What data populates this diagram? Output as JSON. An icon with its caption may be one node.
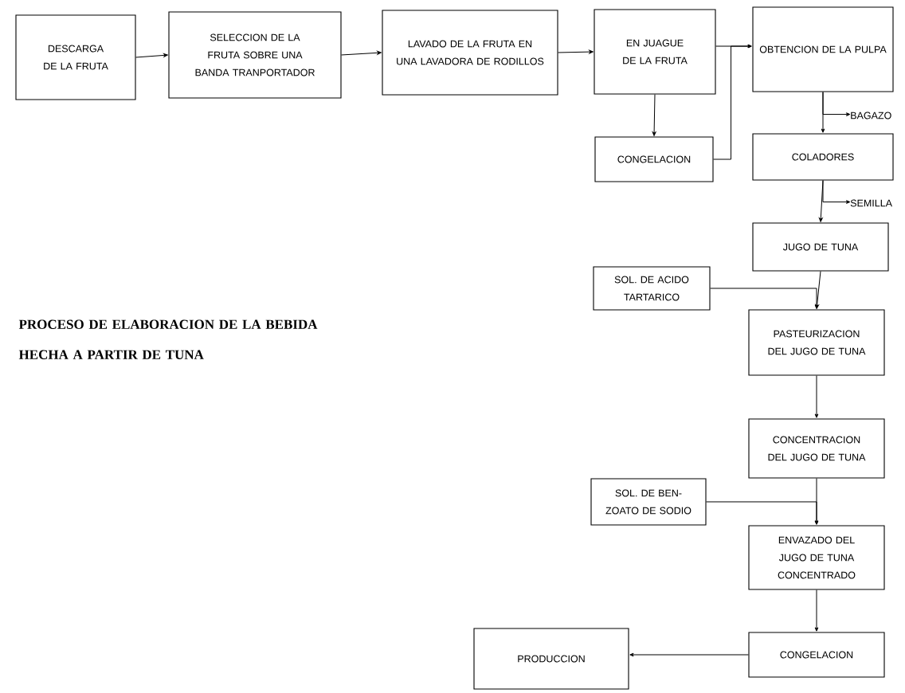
{
  "diagram": {
    "title": "PROCESO DE ELABORACION DE LA BEBIDA HECHA A PARTIR DE TUNA",
    "nodes": [
      {
        "text": [
          "DESCARGA DE LA FRUTA"
        ]
      },
      {
        "text": [
          "SELECCION DE LA FRUTA SOBRE UNA BANDA TRANPORTADOR"
        ]
      },
      {
        "text": [
          "LAVADO DE LA FRUTA EN UNA LAVADORA DE RODILLOS"
        ]
      },
      {
        "text": [
          "EN JUAGUE DE LA FRUTA"
        ]
      },
      {
        "text": [
          "OBTENCION DE LA PULPA"
        ]
      },
      {
        "text": [
          "CONGELACION"
        ]
      },
      {
        "text": [
          "COLADORES"
        ]
      },
      {
        "text": [
          "JUGO DE TUNA"
        ]
      },
      {
        "text": [
          "SOL. DE ACIDO TARTARICO"
        ]
      },
      {
        "text": [
          "PASTEURIZACION DEL JUGO DE TUNA"
        ]
      },
      {
        "text": [
          "CONCENTRACION DEL JUGO DE TUNA"
        ]
      },
      {
        "text": [
          "SOL. DE BEN- ZOATO DE SODIO"
        ]
      },
      {
        "text": [
          "ENVAZADO DEL JUGO DE TUNA CONCENTRADO"
        ]
      },
      {
        "text": [
          "CONGELACION"
        ]
      },
      {
        "text": [
          "PRODUCCION"
        ]
      },
      {
        "text": [
          "BAGAZO"
        ]
      },
      {
        "text": [
          "SEMILLA"
        ]
      }
    ],
    "edges": [
      {
        "from": 0,
        "to": 1,
        "arrow": "to"
      },
      {
        "from": 1,
        "to": 2,
        "arrow": "to"
      },
      {
        "from": 2,
        "to": 3,
        "arrow": "to"
      },
      {
        "from": 3,
        "to": 4,
        "arrow": "to"
      },
      {
        "from": 3,
        "to": 5,
        "arrow": "to"
      },
      {
        "from": 5,
        "to": 4,
        "arrow": "to"
      },
      {
        "from": 4,
        "to": 6,
        "arrow": "to"
      },
      {
        "from": 4,
        "to": 15,
        "arrow": "to"
      },
      {
        "from": 6,
        "to": 7,
        "arrow": "to"
      },
      {
        "from": 6,
        "to": 16,
        "arrow": "to"
      },
      {
        "from": 7,
        "to": 9,
        "arrow": "to"
      },
      {
        "from": 8,
        "to": 9,
        "arrow": "to"
      },
      {
        "from": 9,
        "to": 10,
        "arrow": "to"
      },
      {
        "from": 10,
        "to": 12,
        "arrow": "to"
      },
      {
        "from": 11,
        "to": 12,
        "arrow": "to"
      },
      {
        "from": 12,
        "to": 13,
        "arrow": "to"
      },
      {
        "from": 13,
        "to": 14,
        "arrow": "to"
      }
    ]
  }
}
